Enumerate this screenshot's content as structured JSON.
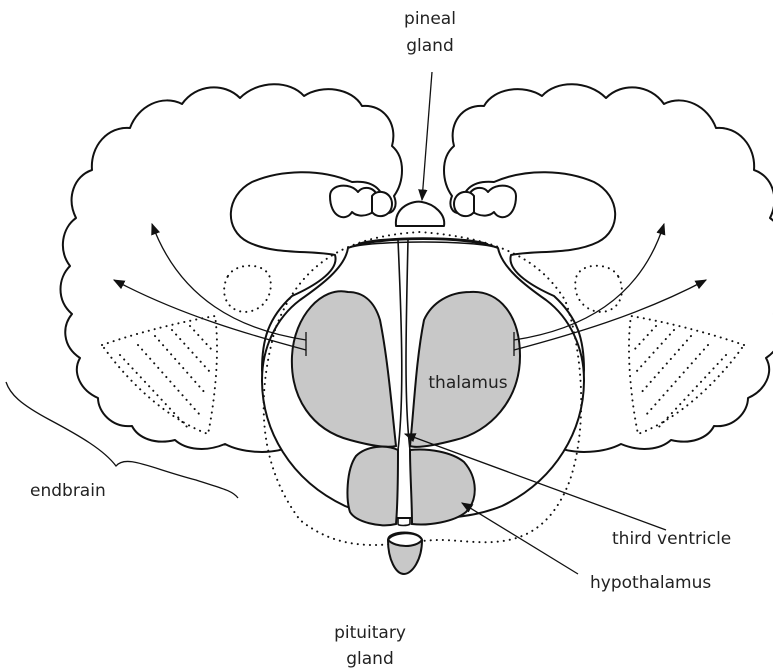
{
  "labels": {
    "pineal_line1": "pineal",
    "pineal_line2": "gland",
    "thalamus": "thalamus",
    "endbrain": "endbrain",
    "third_ventricle": "third ventricle",
    "hypothalamus": "hypothalamus",
    "pituitary_line1": "pituitary",
    "pituitary_line2": "gland"
  },
  "colors": {
    "shade": "#c8c8c8",
    "ink": "#111111"
  }
}
